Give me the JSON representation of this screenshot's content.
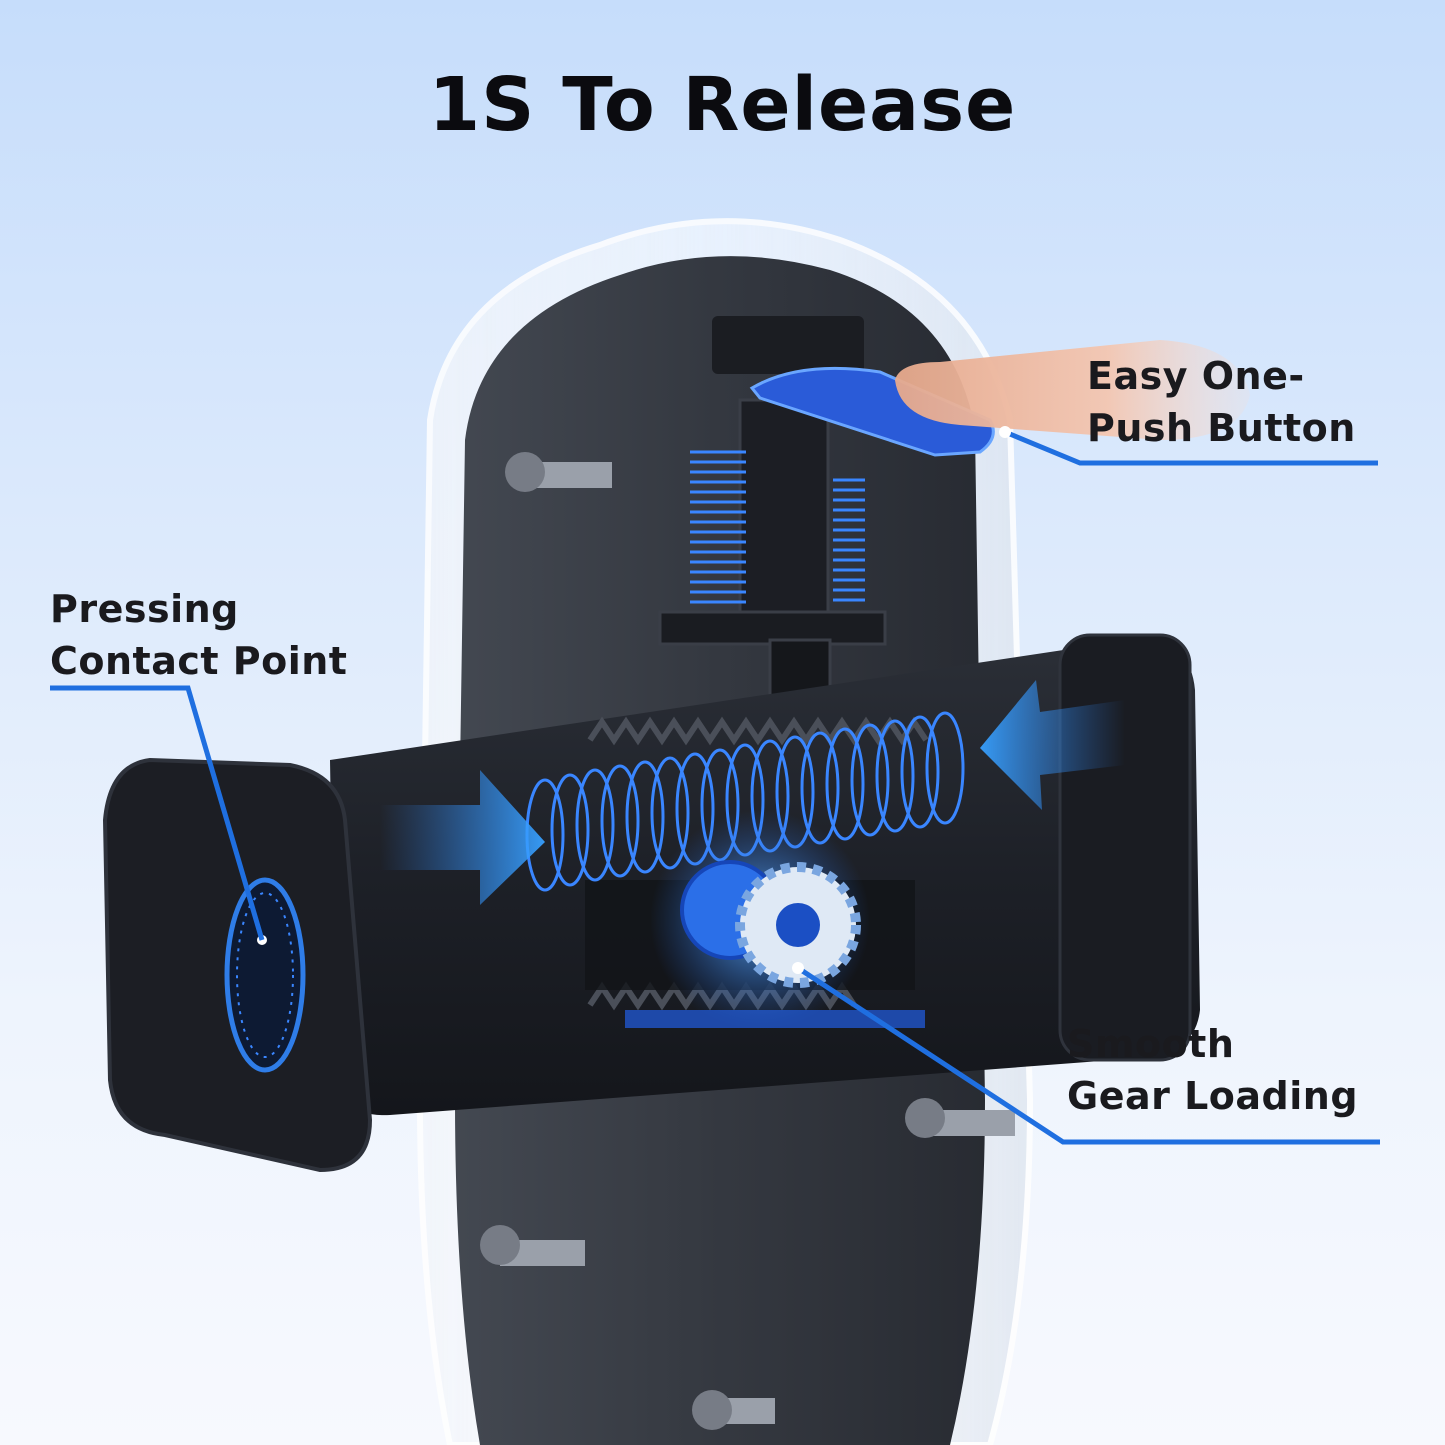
{
  "headline": "1S To Release",
  "callouts": {
    "push_button": {
      "line1": "Easy One-",
      "line2": "Push Button"
    },
    "contact_point": {
      "line1": "Pressing",
      "line2": "Contact Point"
    },
    "gear": {
      "line1": "Smooth",
      "line2": "Gear Loading"
    }
  },
  "colors": {
    "accent_blue": "#1f6fe0",
    "background_top": "#c6ddfb",
    "housing": "#262a32"
  }
}
